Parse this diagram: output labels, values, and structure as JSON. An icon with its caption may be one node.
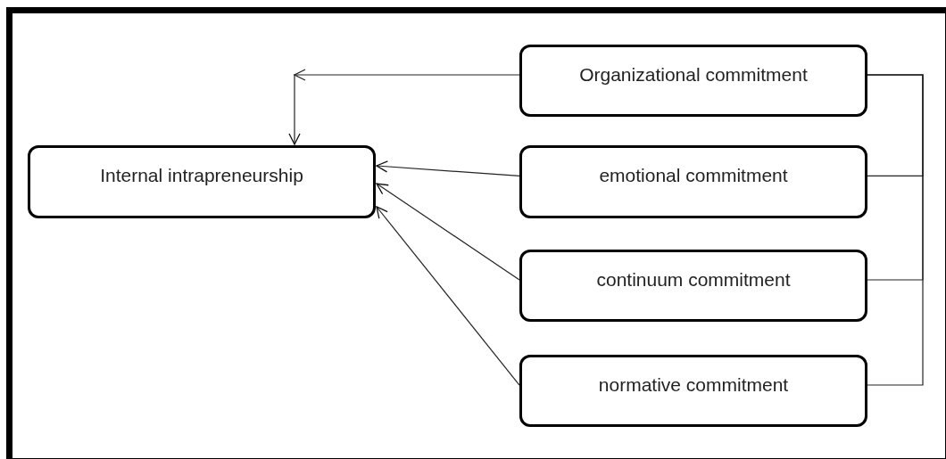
{
  "diagram": {
    "nodes": [
      {
        "text": [
          "Internal intrapreneurship"
        ]
      },
      {
        "text": [
          "Organizational commitment"
        ]
      },
      {
        "text": [
          "emotional commitment"
        ]
      },
      {
        "text": [
          "continuum commitment"
        ]
      },
      {
        "text": [
          "normative commitment"
        ]
      }
    ],
    "edges": [
      {
        "from": 1,
        "to": 0,
        "arrow": "to"
      },
      {
        "from": 2,
        "to": 0,
        "arrow": "to"
      },
      {
        "from": 3,
        "to": 0,
        "arrow": "to"
      },
      {
        "from": 4,
        "to": 0,
        "arrow": "to"
      },
      {
        "from": 2,
        "to": 1,
        "arrow": "none"
      },
      {
        "from": 3,
        "to": 1,
        "arrow": "none"
      },
      {
        "from": 4,
        "to": 1,
        "arrow": "none"
      }
    ]
  }
}
